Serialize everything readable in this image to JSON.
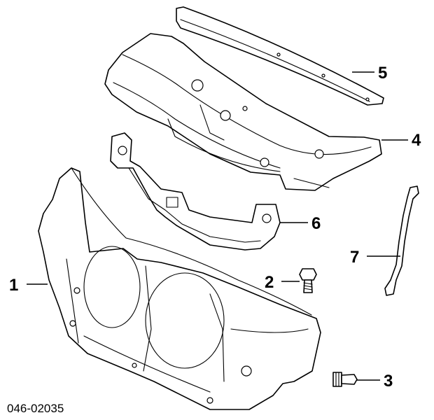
{
  "diagram": {
    "code": "046-02035",
    "callouts": [
      {
        "id": "1",
        "label": "1"
      },
      {
        "id": "2",
        "label": "2"
      },
      {
        "id": "3",
        "label": "3"
      },
      {
        "id": "4",
        "label": "4"
      },
      {
        "id": "5",
        "label": "5"
      },
      {
        "id": "6",
        "label": "6"
      },
      {
        "id": "7",
        "label": "7"
      }
    ]
  },
  "colors": {
    "line": "#000000",
    "background": "#ffffff"
  }
}
